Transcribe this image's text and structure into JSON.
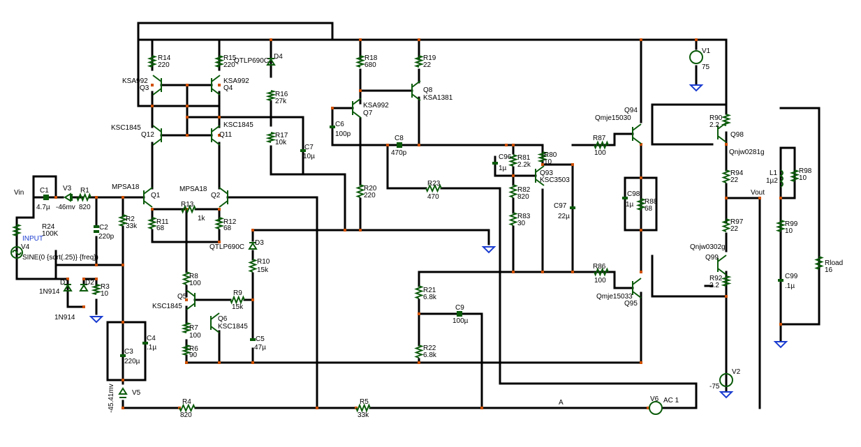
{
  "labels": {
    "vin": "Vin",
    "vout": "Vout",
    "node_a": "A",
    "input": "INPUT",
    "c1": "C1",
    "c1v": "4.7µ",
    "v3": "V3",
    "v3v": "-46mv",
    "r1": "R1",
    "r1v": "820",
    "r24": "R24",
    "r24v": "100K",
    "v4": "V4",
    "v4v": "SINE(0 {sqrt(.25)} {freq})",
    "c2": "C2",
    "c2v": "220p",
    "r2": "R2",
    "r2v": "33k",
    "d1": "D1",
    "d1v": "1N914",
    "d2": "D2",
    "d2v": "1N914",
    "r3": "R3",
    "r3v": "10",
    "mpsa18a": "MPSA18",
    "q1": "Q1",
    "mpsa18b": "MPSA18",
    "q2": "Q2",
    "r13": "R13",
    "r13v": "1k",
    "r11": "R11",
    "r11v": "68",
    "r12": "R12",
    "r12v": "68",
    "d3": "D3",
    "d3v": "QTLP690C",
    "r10": "R10",
    "r10v": "15k",
    "r8": "R8",
    "r8v": "100",
    "q5": "Q5",
    "q5v": "KSC1845",
    "r9": "R9",
    "r9v": "15k",
    "q6": "Q6",
    "q6v": "KSC1845",
    "r7": "R7",
    "r7v": "100",
    "r6": "R6",
    "r6v": "90",
    "c5": "C5",
    "c5v": "47µ",
    "c3": "C3",
    "c3v": "220µ",
    "c4": "C4",
    "c4v": ".1µ",
    "v5": "V5",
    "v5v": "-45.41mv",
    "r4": "R4",
    "r4v": "820",
    "r5": "R5",
    "r5v": "33k",
    "r14": "R14",
    "r14v": "220",
    "r15": "R15",
    "r15v": "220",
    "d4": "D4",
    "d4v": "QTLP690C",
    "q3": "Q3",
    "q3v": "KSA992",
    "q4": "Q4",
    "q4v": "KSA992",
    "q12": "Q12",
    "q12v": "KSC1845",
    "q11": "Q11",
    "q11v": "KSC1845",
    "r16": "R16",
    "r16v": "27k",
    "r17": "R17",
    "r17v": "10k",
    "c7": "C7",
    "c7v": "10µ",
    "r18": "R18",
    "r18v": "680",
    "r19": "R19",
    "r19v": "22",
    "q7": "Q7",
    "q7v": "KSA992",
    "q8": "Q8",
    "q8v": "KSA1381",
    "c6": "C6",
    "c6v": "100p",
    "c8": "C8",
    "c8v": "470p",
    "r20": "R20",
    "r20v": "220",
    "r23": "R23",
    "r23v": "470",
    "c96": "C96",
    "c96v": "1µ",
    "r81": "R81",
    "r81v": "2.2k",
    "r80": "R80",
    "r80v": "10",
    "q93": "Q93",
    "q93v": "KSC3503",
    "r82": "R82",
    "r82v": "820",
    "r83": "R83",
    "r83v": "30",
    "c97": "C97",
    "c97v": "22µ",
    "r87": "R87",
    "r87v": "100",
    "r86": "R86",
    "r86v": "100",
    "q94": "Q94",
    "q94v": "Qmje15030",
    "q95": "Q95",
    "q95v": "Qmje15033",
    "c98": "C98",
    "c98v": "1µ",
    "r88": "R88",
    "r88v": "68",
    "r90": "R90",
    "r90v": "2.2",
    "q98": "Q98",
    "q98v": "Qnjw0281g",
    "r94": "R94",
    "r94v": "22",
    "r97": "R97",
    "r97v": "22",
    "q99": "Q99",
    "q99v": "Qnjw0302g",
    "r92": "R92",
    "r92v": "2.2",
    "v1": "V1",
    "v1v": "75",
    "v2": "V2",
    "v2v": "-75",
    "l1": "L1",
    "l1v": "1µ2",
    "r98": "R98",
    "r98v": "10",
    "r99": "R99",
    "r99v": "10",
    "c99": "C99",
    "c99v": ".1µ",
    "rload": "Rload",
    "rloadv": "16",
    "r21": "R21",
    "r21v": "6.8k",
    "r22": "R22",
    "r22v": "6.8k",
    "c9": "C9",
    "c9v": "100µ",
    "v6": "V6",
    "v6v": "AC 1"
  },
  "colors": {
    "wire": "#000000",
    "component": "#0a5a0a",
    "node": "#d05000",
    "ground": "#1a3cd0"
  }
}
